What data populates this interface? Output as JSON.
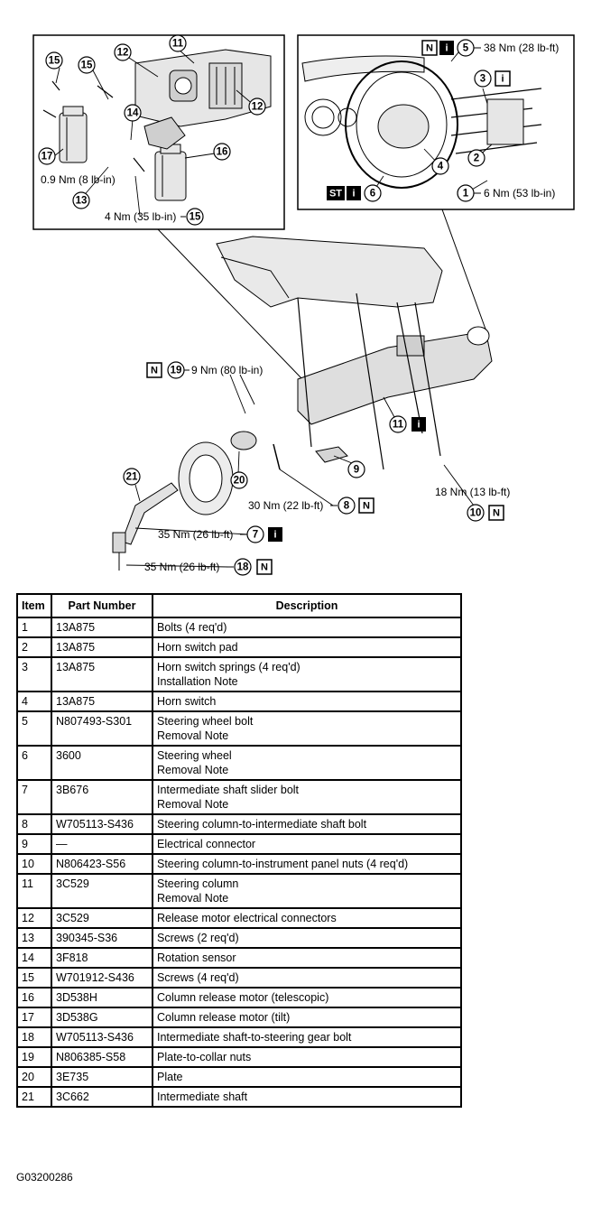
{
  "callouts": {
    "c1": {
      "num": "1",
      "text": "6 Nm (53 lb-in)"
    },
    "c2": {
      "num": "2"
    },
    "c3": {
      "num": "3",
      "badges": [
        "i"
      ]
    },
    "c4": {
      "num": "4"
    },
    "c5": {
      "num": "5",
      "text": "38 Nm (28 lb-ft)",
      "badges": [
        "N",
        "i"
      ]
    },
    "c6": {
      "num": "6",
      "badges": [
        "ST",
        "i"
      ]
    },
    "c7": {
      "num": "7",
      "text": "35 Nm (26 lb-ft)",
      "badges": [
        "i"
      ]
    },
    "c8": {
      "num": "8",
      "text": "30 Nm (22 lb-ft)",
      "badges": [
        "N"
      ]
    },
    "c9": {
      "num": "9"
    },
    "c10": {
      "num": "10",
      "text": "18 Nm (13 lb-ft)",
      "badges": [
        "N"
      ]
    },
    "c11a": {
      "num": "11"
    },
    "c11b": {
      "num": "11",
      "badges": [
        "i"
      ]
    },
    "c12a": {
      "num": "12"
    },
    "c12b": {
      "num": "12"
    },
    "c13": {
      "num": "13",
      "text": "0.9 Nm (8 lb-in)"
    },
    "c14": {
      "num": "14"
    },
    "c15a": {
      "num": "15"
    },
    "c15b": {
      "num": "15"
    },
    "c15c": {
      "num": "15",
      "text": "4 Nm (35 lb-in)"
    },
    "c16": {
      "num": "16"
    },
    "c17": {
      "num": "17"
    },
    "c18": {
      "num": "18",
      "text": "35 Nm (26 lb-ft)",
      "badges": [
        "N"
      ]
    },
    "c19": {
      "num": "19",
      "text": "9 Nm (80 lb-in)",
      "badges": [
        "N"
      ]
    },
    "c20": {
      "num": "20"
    },
    "c21": {
      "num": "21"
    }
  },
  "table": {
    "headers": [
      "Item",
      "Part Number",
      "Description"
    ],
    "rows": [
      {
        "item": "1",
        "part": "13A875",
        "desc": [
          "Bolts (4 req'd)"
        ]
      },
      {
        "item": "2",
        "part": "13A875",
        "desc": [
          "Horn switch pad"
        ]
      },
      {
        "item": "3",
        "part": "13A875",
        "desc": [
          "Horn switch springs (4 req'd)",
          "Installation Note"
        ]
      },
      {
        "item": "4",
        "part": "13A875",
        "desc": [
          "Horn switch"
        ]
      },
      {
        "item": "5",
        "part": "N807493-S301",
        "desc": [
          "Steering wheel bolt",
          "Removal Note"
        ]
      },
      {
        "item": "6",
        "part": "3600",
        "desc": [
          "Steering wheel",
          "Removal Note"
        ]
      },
      {
        "item": "7",
        "part": "3B676",
        "desc": [
          "Intermediate shaft slider bolt",
          "Removal Note"
        ]
      },
      {
        "item": "8",
        "part": "W705113-S436",
        "desc": [
          "Steering column-to-intermediate shaft bolt"
        ]
      },
      {
        "item": "9",
        "part": "—",
        "desc": [
          "Electrical connector"
        ]
      },
      {
        "item": "10",
        "part": "N806423-S56",
        "desc": [
          "Steering column-to-instrument panel nuts (4 req'd)"
        ]
      },
      {
        "item": "11",
        "part": "3C529",
        "desc": [
          "Steering column",
          "Removal Note"
        ]
      },
      {
        "item": "12",
        "part": "3C529",
        "desc": [
          "Release motor electrical connectors"
        ]
      },
      {
        "item": "13",
        "part": "390345-S36",
        "desc": [
          "Screws (2 req'd)"
        ]
      },
      {
        "item": "14",
        "part": "3F818",
        "desc": [
          "Rotation sensor"
        ]
      },
      {
        "item": "15",
        "part": "W701912-S436",
        "desc": [
          "Screws (4 req'd)"
        ]
      },
      {
        "item": "16",
        "part": "3D538H",
        "desc": [
          "Column release motor (telescopic)"
        ]
      },
      {
        "item": "17",
        "part": "3D538G",
        "desc": [
          "Column release motor (tilt)"
        ]
      },
      {
        "item": "18",
        "part": "W705113-S436",
        "desc": [
          "Intermediate shaft-to-steering gear bolt"
        ]
      },
      {
        "item": "19",
        "part": "N806385-S58",
        "desc": [
          "Plate-to-collar nuts"
        ]
      },
      {
        "item": "20",
        "part": "3E735",
        "desc": [
          "Plate"
        ]
      },
      {
        "item": "21",
        "part": "3C662",
        "desc": [
          "Intermediate shaft"
        ]
      }
    ]
  },
  "figure_id": "G03200286"
}
